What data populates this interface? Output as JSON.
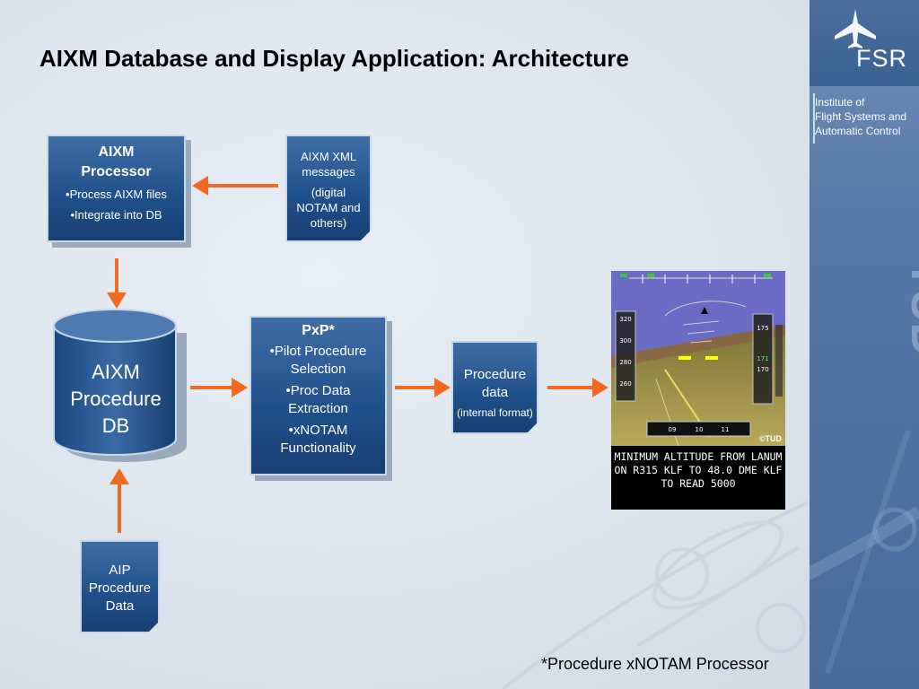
{
  "title": "AIXM Database and Display Application: Architecture",
  "logo": {
    "text": "FSR",
    "institute": [
      "Institute of",
      "Flight Systems and",
      "Automatic Control"
    ]
  },
  "watermark": "TUD",
  "aixm_processor": {
    "title": "AIXM Processor",
    "bullets": [
      "•Process AIXM files",
      "•Integrate into DB"
    ]
  },
  "xml_messages": {
    "line1": "AIXM XML messages",
    "line2": "(digital NOTAM and others)"
  },
  "procedure_db": {
    "label": "AIXM Procedure DB"
  },
  "aip": {
    "label": "AIP Procedure Data"
  },
  "pxp": {
    "title": "PxP*",
    "bullets": [
      "•Pilot Procedure Selection",
      "•Proc Data Extraction",
      "•xNOTAM Functionality"
    ]
  },
  "procedure_data": {
    "label": "Procedure data",
    "sub": "(internal format)"
  },
  "display": {
    "caption": "MINIMUM ALTITUDE FROM LANUM ON R315 KLF TO 48.0 DME KLF TO READ 5000",
    "copyright": "©TUD",
    "speed_ticks": [
      "320",
      "300",
      "280",
      "260"
    ],
    "alt_ticks": [
      "175",
      "171",
      "170"
    ],
    "heading_ticks": [
      "09",
      "10",
      "11"
    ]
  },
  "footnote": "*Procedure xNOTAM Processor",
  "colors": {
    "arrow": "#f26a21",
    "box_dark": "#1f4f8a",
    "panel": "#4a6c9c"
  }
}
